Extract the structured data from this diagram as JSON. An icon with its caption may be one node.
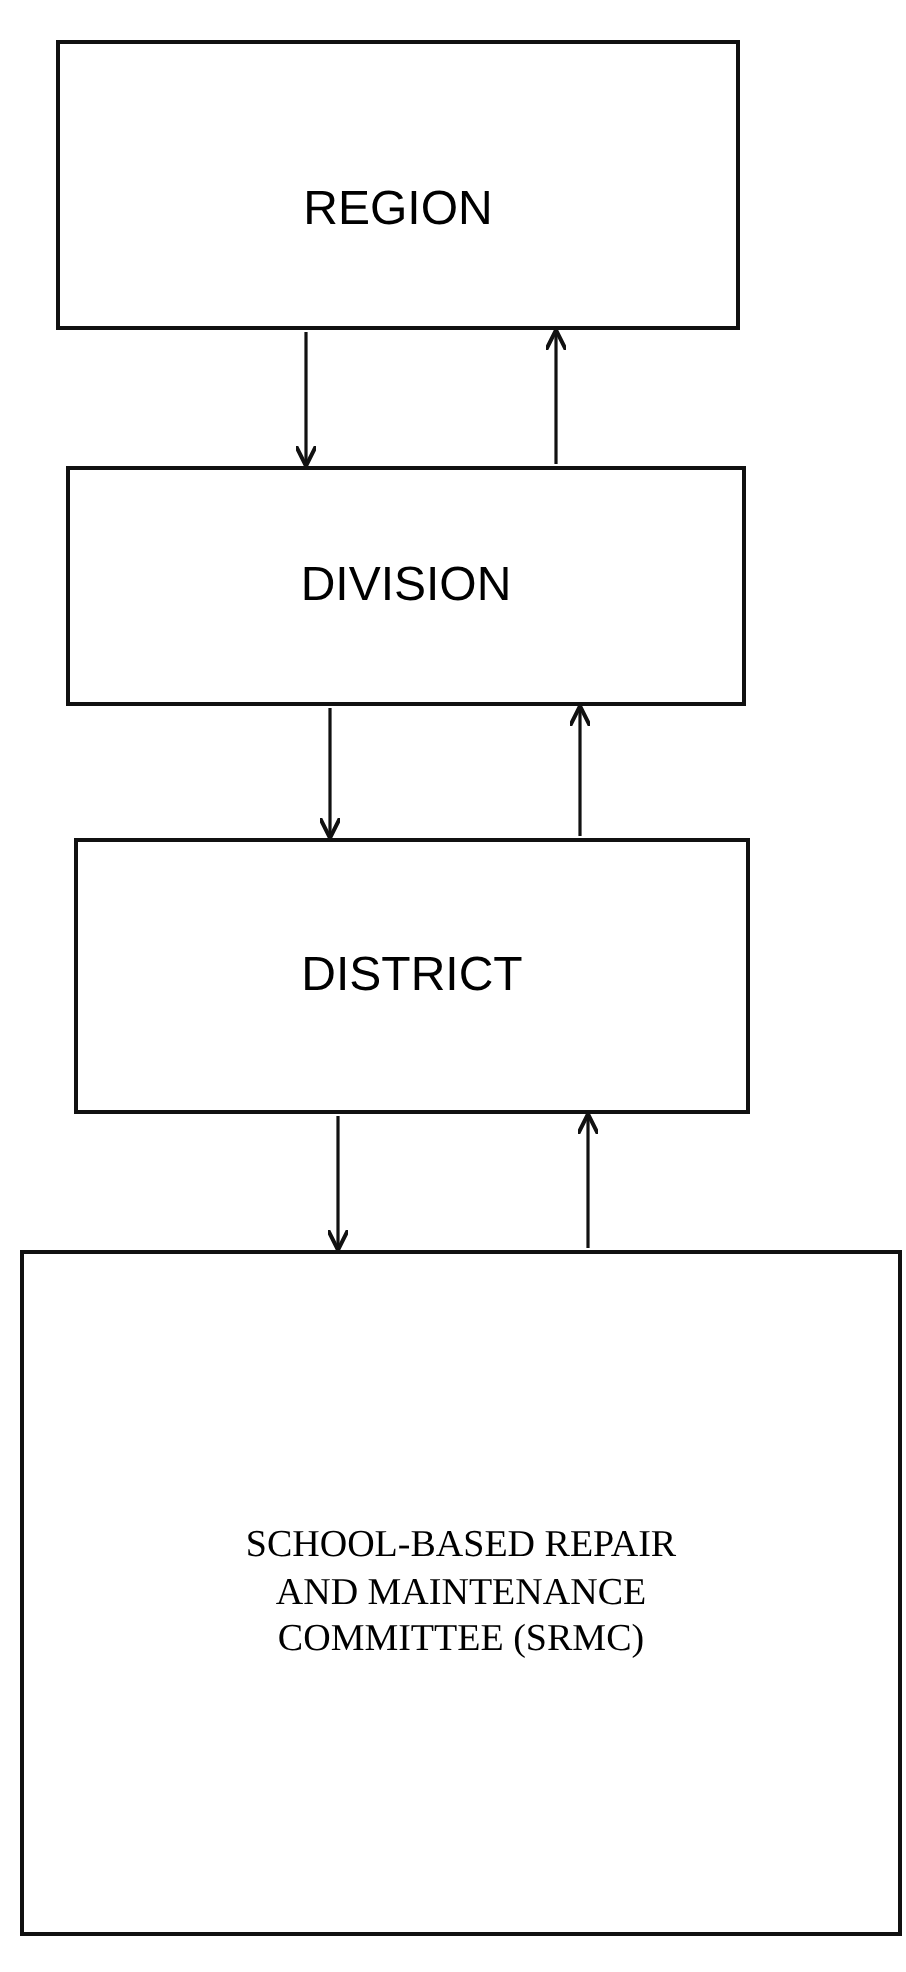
{
  "diagram": {
    "nodes": [
      {
        "text": [
          "REGION"
        ]
      },
      {
        "text": [
          "DIVISION"
        ]
      },
      {
        "text": [
          "DISTRICT"
        ]
      },
      {
        "text": [
          "SCHOOL-BASED REPAIR AND MAINTENANCE COMMITTEE (SRMC)"
        ]
      }
    ],
    "edges": [
      {
        "from": 0,
        "to": 1,
        "arrow": "to"
      },
      {
        "from": 1,
        "to": 0,
        "arrow": "to"
      },
      {
        "from": 1,
        "to": 2,
        "arrow": "to"
      },
      {
        "from": 2,
        "to": 1,
        "arrow": "to"
      },
      {
        "from": 2,
        "to": 3,
        "arrow": "to"
      },
      {
        "from": 3,
        "to": 2,
        "arrow": "to"
      }
    ]
  }
}
